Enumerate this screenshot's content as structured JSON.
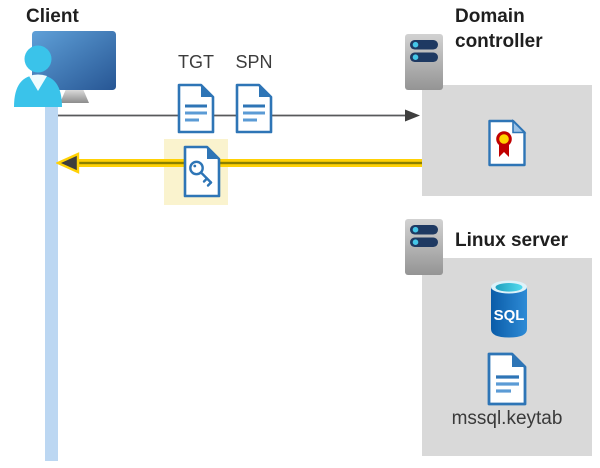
{
  "client": {
    "label": "Client"
  },
  "domain_controller": {
    "label": "Domain controller"
  },
  "linux_server": {
    "label": "Linux server",
    "sql_label": "SQL"
  },
  "tickets": {
    "tgt_label": "TGT",
    "spn_label": "SPN"
  },
  "files": {
    "keytab_label": "mssql.keytab"
  },
  "icons": {
    "client": "client-workstation-icon",
    "servers": "rack-server-icon",
    "tgt": "tgt-document-icon",
    "spn": "spn-document-icon",
    "key_ticket": "key-document-icon",
    "certificate": "certificate-icon",
    "sql": "sql-database-icon",
    "keytab": "keytab-document-icon"
  },
  "colors": {
    "box_gray": "#d9d9d9",
    "lifeline_blue": "#bcd7f2",
    "highlight_yellow": "#faf3ce",
    "arrow_yellow": "#ffd105",
    "arrow_yellow_core": "#8a8000",
    "arrow_gray": "#58595b",
    "doc_blue": "#2e75b6",
    "doc_line_blue": "#5b9bd5",
    "person_cyan": "#3ac3ea",
    "server_bar_navy": "#1e3962",
    "sql_body_blue": "#0a5ca8",
    "cert_seal_yellow": "#ffd400",
    "cert_seal_red": "#c00000"
  }
}
